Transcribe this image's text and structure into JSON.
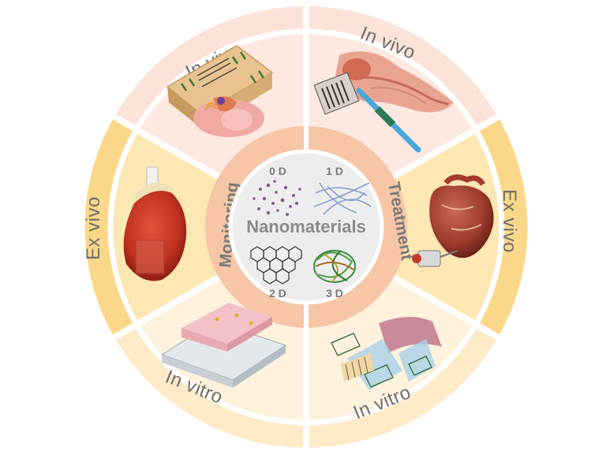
{
  "center": {
    "title": "Nanomaterials",
    "dimensions": [
      "0 D",
      "1 D",
      "2 D",
      "3 D"
    ]
  },
  "middle_ring": {
    "left": "Monitoring",
    "right": "Treatment"
  },
  "outer_ring": {
    "top_left": "In vivo",
    "top_right": "In vivo",
    "left": "Ex vivo",
    "right": "Ex vivo",
    "bottom_left": "In vitro",
    "bottom_right": "In vitro"
  },
  "colors": {
    "in_vivo": "#fbe3da",
    "in_vivo_inner": "#fde9e2",
    "ex_vivo": "#fbd889",
    "ex_vivo_inner": "#fde7b3",
    "in_vitro": "#fdebc8",
    "in_vitro_inner": "#fef2dd",
    "middle_ring": "#f6c6a6",
    "center": "#ededed",
    "divider": "#ffffff"
  },
  "icons": {
    "top_left": "heart-sensor-chip-icon",
    "top_right": "blood-vessel-electrode-icon",
    "left": "ex-vivo-heart-patch-icon",
    "right": "heart-with-device-icon",
    "bottom_left": "tissue-on-chip-icon",
    "bottom_right": "engineered-tissue-sheet-icon",
    "nano_0d": "nanoparticles-icon",
    "nano_1d": "nanowires-icon",
    "nano_2d": "graphene-sheet-icon",
    "nano_3d": "nanonetwork-icon"
  }
}
